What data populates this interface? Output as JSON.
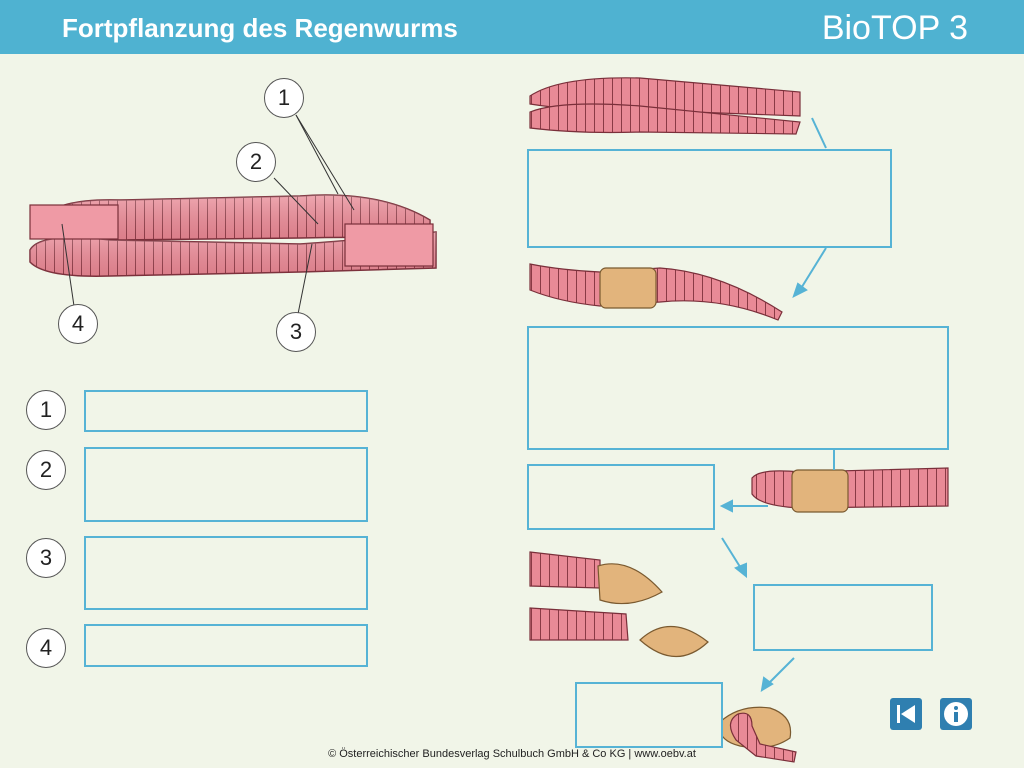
{
  "header": {
    "title": "Fortpflanzung des Regenwurms",
    "brand": "BioTOP 3"
  },
  "diagram": {
    "labels": [
      "1",
      "2",
      "3",
      "4"
    ]
  },
  "answer_rows": [
    {
      "number": "1"
    },
    {
      "number": "2"
    },
    {
      "number": "3"
    },
    {
      "number": "4"
    }
  ],
  "sequence_steps": 5,
  "nav": {
    "back_icon": "skip-back-icon",
    "info_icon": "info-icon"
  },
  "footer": {
    "text": "© Österreichischer Bundesverlag Schulbuch GmbH & Co KG | www.oebv.at"
  },
  "colors": {
    "header": "#4fb2d1",
    "box_border": "#56b3d5",
    "worm": "#e98a96",
    "cocoon": "#e2b47c",
    "background": "#f1f5e8"
  }
}
